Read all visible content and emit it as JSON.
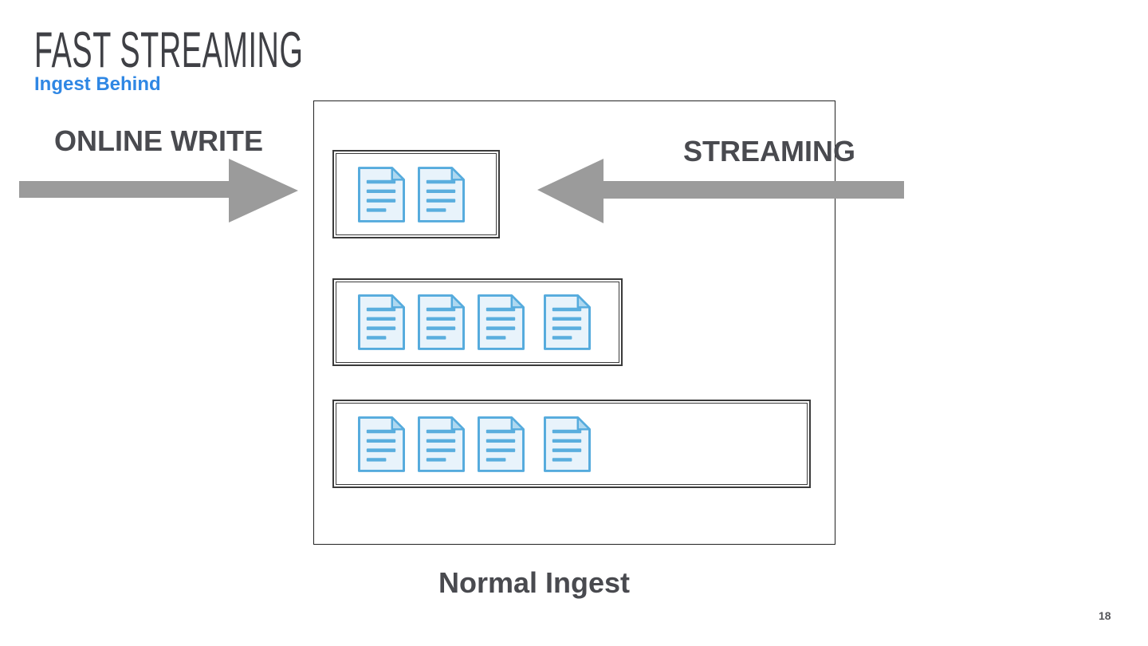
{
  "slide": {
    "title": "FAST STREAMING",
    "subtitle": "Ingest Behind",
    "caption": "Normal Ingest",
    "page_number": "18"
  },
  "labels": {
    "online_write": "ONLINE WRITE",
    "streaming": "STREAMING"
  },
  "diagram": {
    "ingest_box": {
      "rows": [
        {
          "name": "memtable-row",
          "doc_count": 2
        },
        {
          "name": "level-row-1",
          "doc_count": 4
        },
        {
          "name": "level-row-2",
          "doc_count": 4
        }
      ]
    },
    "doc_icon": "document-icon",
    "arrow_right_icon": "arrow-right-icon",
    "arrow_left_icon": "arrow-left-icon"
  },
  "colors": {
    "title": "#3f4045",
    "subtitle": "#2f87e4",
    "label": "#494a4f",
    "arrow": "#9b9b9b",
    "box_border": "#232323",
    "inner_box_border": "#3b3b3b",
    "doc_border": "#55abdd",
    "doc_fill": "#e8f3fb",
    "doc_line": "#5aaede",
    "doc_fold": "#aed8f0",
    "page_number": "#55565a"
  }
}
